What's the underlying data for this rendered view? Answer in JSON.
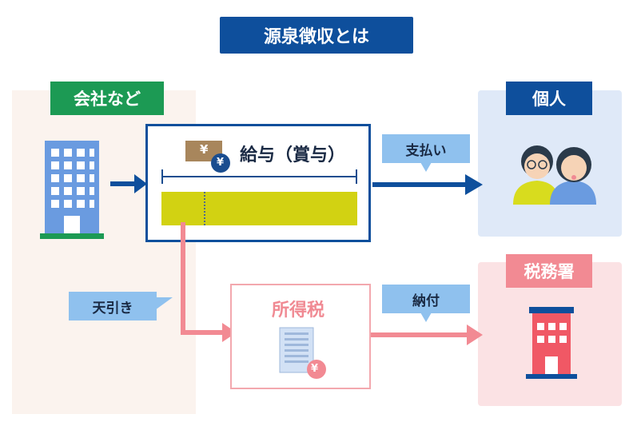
{
  "title": "源泉徴収とは",
  "company": {
    "label": "会社など"
  },
  "person": {
    "label": "個人"
  },
  "tax_office": {
    "label": "税務署"
  },
  "salary": {
    "label": "給与（賞与）",
    "yen_symbol": "¥"
  },
  "income_tax": {
    "label": "所得税",
    "yen_symbol": "¥"
  },
  "callouts": {
    "payment": "支払い",
    "payment_tax": "納付",
    "deduction": "天引き"
  },
  "colors": {
    "navy": "#0e4f9c",
    "green": "#1c9a54",
    "pink": "#f28a93",
    "bar": "#d2d212",
    "callout": "#8fc1ee"
  },
  "icons": [
    "office-building-icon",
    "yen-coin-icon",
    "people-icon",
    "tax-document-icon",
    "tax-office-building-icon"
  ]
}
